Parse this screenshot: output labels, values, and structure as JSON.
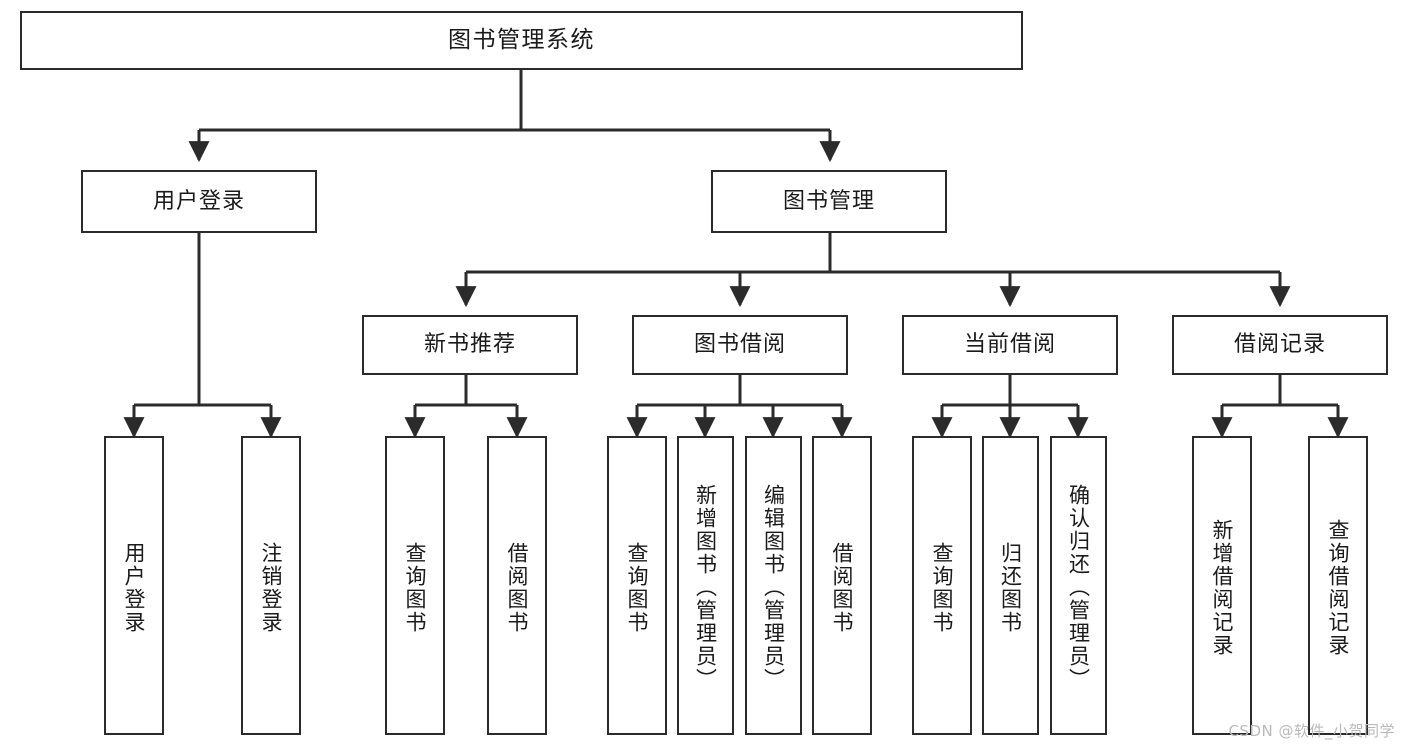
{
  "diagram": {
    "title_node": {
      "label": "图书管理系统"
    },
    "level2": [
      {
        "id": "user-login",
        "label": "用户登录"
      },
      {
        "id": "book-management",
        "label": "图书管理"
      }
    ],
    "level3": [
      {
        "id": "new-book-recommend",
        "label": "新书推荐"
      },
      {
        "id": "book-borrow",
        "label": "图书借阅"
      },
      {
        "id": "current-borrow",
        "label": "当前借阅"
      },
      {
        "id": "borrow-record",
        "label": "借阅记录"
      }
    ],
    "leaves": [
      {
        "id": "leaf-user-login",
        "label": "用户登录",
        "parent": "user-login"
      },
      {
        "id": "leaf-logout-login",
        "label": "注销登录",
        "parent": "user-login"
      },
      {
        "id": "leaf-query-book-1",
        "label": "查询图书",
        "parent": "new-book-recommend"
      },
      {
        "id": "leaf-borrow-book-1",
        "label": "借阅图书",
        "parent": "new-book-recommend"
      },
      {
        "id": "leaf-query-book-2",
        "label": "查询图书",
        "parent": "book-borrow"
      },
      {
        "id": "leaf-add-book",
        "label": "新增图书（管理员）",
        "parent": "book-borrow"
      },
      {
        "id": "leaf-edit-book",
        "label": "编辑图书（管理员）",
        "parent": "book-borrow"
      },
      {
        "id": "leaf-borrow-book-2",
        "label": "借阅图书",
        "parent": "book-borrow"
      },
      {
        "id": "leaf-query-book-3",
        "label": "查询图书",
        "parent": "current-borrow"
      },
      {
        "id": "leaf-return-book",
        "label": "归还图书",
        "parent": "current-borrow"
      },
      {
        "id": "leaf-confirm-return",
        "label": "确认归还（管理员）",
        "parent": "current-borrow"
      },
      {
        "id": "leaf-add-record",
        "label": "新增借阅记录",
        "parent": "borrow-record"
      },
      {
        "id": "leaf-query-record",
        "label": "查询借阅记录",
        "parent": "borrow-record"
      }
    ],
    "colors": {
      "border": "#2b2b2b",
      "text": "#1a1a1a",
      "background": "#ffffff",
      "connector": "#2b2b2b",
      "watermark": "#b9b9b9"
    }
  },
  "watermark": {
    "text": "CSDN @软件_小贺同学"
  }
}
